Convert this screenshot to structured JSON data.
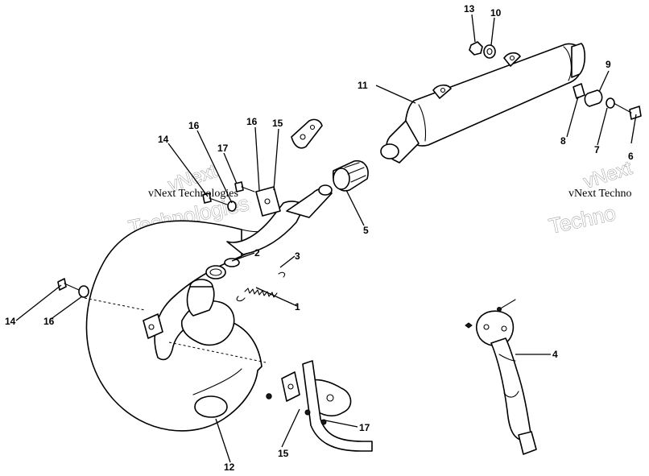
{
  "watermark": {
    "line_a": "vNext",
    "line_b": "Technologies",
    "line_c": "vNext Technologies",
    "right_a": "vNext",
    "right_b": "vNext Techno",
    "right_c": "Techno"
  },
  "callouts": {
    "c1": "1",
    "c2": "2",
    "c3": "3",
    "c4": "4",
    "c5": "5",
    "c6": "6",
    "c7": "7",
    "c8": "8",
    "c9": "9",
    "c10": "10",
    "c11": "11",
    "c12": "12",
    "c13": "13",
    "c14a": "14",
    "c14b": "14",
    "c15a": "15",
    "c15b": "15",
    "c16a": "16",
    "c16b": "16",
    "c16c": "16",
    "c17a": "17",
    "c17b": "17"
  }
}
